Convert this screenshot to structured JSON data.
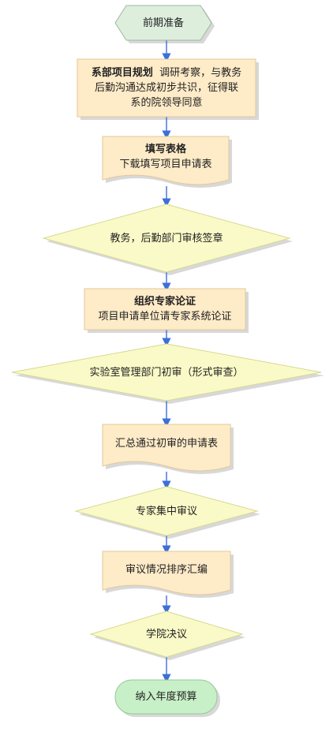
{
  "nodes": {
    "start": "前期准备",
    "plan_title": "系部项目规划",
    "plan_line1": "调研考察，与教务",
    "plan_line2": "后勤沟通达成初步共识，征得联",
    "plan_line3": "系的院领导同意",
    "form_title": "填写表格",
    "form_line": "下载填写项目申请表",
    "sign": "教务，后勤部门审核签章",
    "expert_title": "组织专家论证",
    "expert_line": "项目申请单位请专家系统论证",
    "lab_review": "实验室管理部门初审（形式审查）",
    "collect": "汇总通过初审的申请表",
    "group_review": "专家集中审议",
    "rank": "审议情况排序汇编",
    "decision": "学院决议",
    "end": "纳入年度预算"
  },
  "colors": {
    "doc_fill": "#FEEBC8",
    "decision_fill": "#FAFAC8",
    "start_fill": "#DDEEDD",
    "end_fill": "#C8F0C8",
    "arrow": "#3C6FD8",
    "shadow": "#D8D8D8"
  }
}
